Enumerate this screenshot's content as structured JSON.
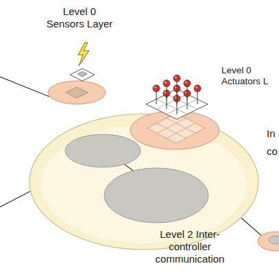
{
  "diagram": {
    "nodes": [
      {
        "text": [
          "Level 2 Inter-controller communication"
        ]
      },
      {
        "text": [
          "Level 0 Sensors Layer"
        ],
        "in": 0
      },
      {
        "text": [
          "Level 0 Actuators L"
        ],
        "in": 0
      }
    ],
    "labels": [
      "In",
      "co"
    ]
  }
}
